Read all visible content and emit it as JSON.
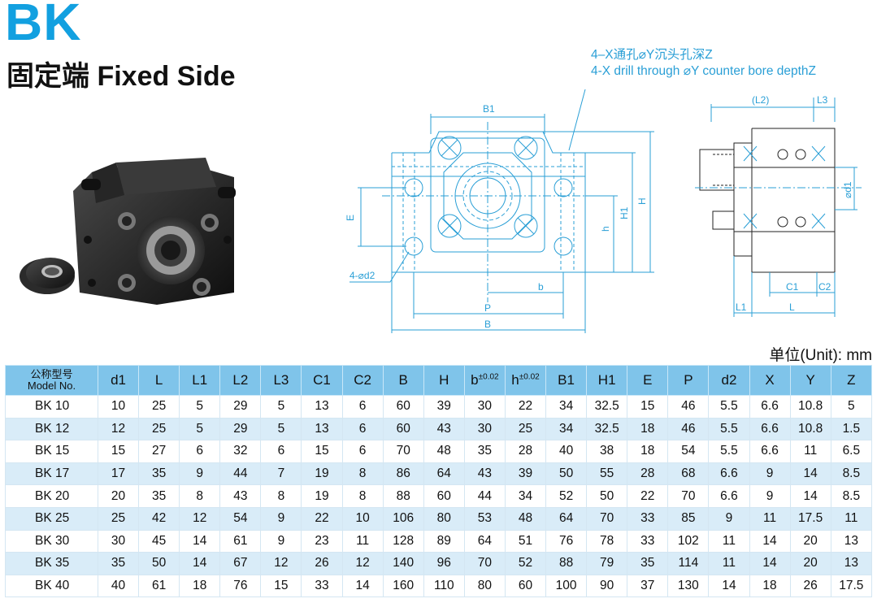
{
  "header": {
    "brand": "BK",
    "subtitle": "固定端  Fixed Side"
  },
  "drawing": {
    "callout_cn": "4–X通孔⌀Y沉头孔深Z",
    "callout_en": "4-X drill through ⌀Y counter bore depthZ",
    "labels": {
      "b1": "B1",
      "e": "E",
      "h": "h",
      "h1": "H1",
      "hh": "H",
      "d2": "4-⌀d2",
      "b": "b",
      "p": "P",
      "bb": "B",
      "l2": "(L2)",
      "l3": "L3",
      "d1": "⌀d1",
      "c1": "C1",
      "c2": "C2",
      "l1": "L1",
      "l": "L"
    }
  },
  "unit_label": "单位(Unit): mm",
  "table": {
    "model_header_cn": "公称型号",
    "model_header_en": "Model No.",
    "columns": [
      "d1",
      "L",
      "L1",
      "L2",
      "L3",
      "C1",
      "C2",
      "B",
      "H"
    ],
    "b_tol": "b",
    "h_tol": "h",
    "tol": "±0.02",
    "columns2": [
      "B1",
      "H1",
      "E",
      "P",
      "d2",
      "X",
      "Y",
      "Z"
    ],
    "rows": [
      [
        "BK 10",
        "10",
        "25",
        "5",
        "29",
        "5",
        "13",
        "6",
        "60",
        "39",
        "30",
        "22",
        "34",
        "32.5",
        "15",
        "46",
        "5.5",
        "6.6",
        "10.8",
        "5"
      ],
      [
        "BK 12",
        "12",
        "25",
        "5",
        "29",
        "5",
        "13",
        "6",
        "60",
        "43",
        "30",
        "25",
        "34",
        "32.5",
        "18",
        "46",
        "5.5",
        "6.6",
        "10.8",
        "1.5"
      ],
      [
        "BK 15",
        "15",
        "27",
        "6",
        "32",
        "6",
        "15",
        "6",
        "70",
        "48",
        "35",
        "28",
        "40",
        "38",
        "18",
        "54",
        "5.5",
        "6.6",
        "11",
        "6.5"
      ],
      [
        "BK 17",
        "17",
        "35",
        "9",
        "44",
        "7",
        "19",
        "8",
        "86",
        "64",
        "43",
        "39",
        "50",
        "55",
        "28",
        "68",
        "6.6",
        "9",
        "14",
        "8.5"
      ],
      [
        "BK 20",
        "20",
        "35",
        "8",
        "43",
        "8",
        "19",
        "8",
        "88",
        "60",
        "44",
        "34",
        "52",
        "50",
        "22",
        "70",
        "6.6",
        "9",
        "14",
        "8.5"
      ],
      [
        "BK 25",
        "25",
        "42",
        "12",
        "54",
        "9",
        "22",
        "10",
        "106",
        "80",
        "53",
        "48",
        "64",
        "70",
        "33",
        "85",
        "9",
        "11",
        "17.5",
        "11"
      ],
      [
        "BK 30",
        "30",
        "45",
        "14",
        "61",
        "9",
        "23",
        "11",
        "128",
        "89",
        "64",
        "51",
        "76",
        "78",
        "33",
        "102",
        "11",
        "14",
        "20",
        "13"
      ],
      [
        "BK 35",
        "35",
        "50",
        "14",
        "67",
        "12",
        "26",
        "12",
        "140",
        "96",
        "70",
        "52",
        "88",
        "79",
        "35",
        "114",
        "11",
        "14",
        "20",
        "13"
      ],
      [
        "BK 40",
        "40",
        "61",
        "18",
        "76",
        "15",
        "33",
        "14",
        "160",
        "110",
        "80",
        "60",
        "100",
        "90",
        "37",
        "130",
        "14",
        "18",
        "26",
        "17.5"
      ]
    ]
  }
}
